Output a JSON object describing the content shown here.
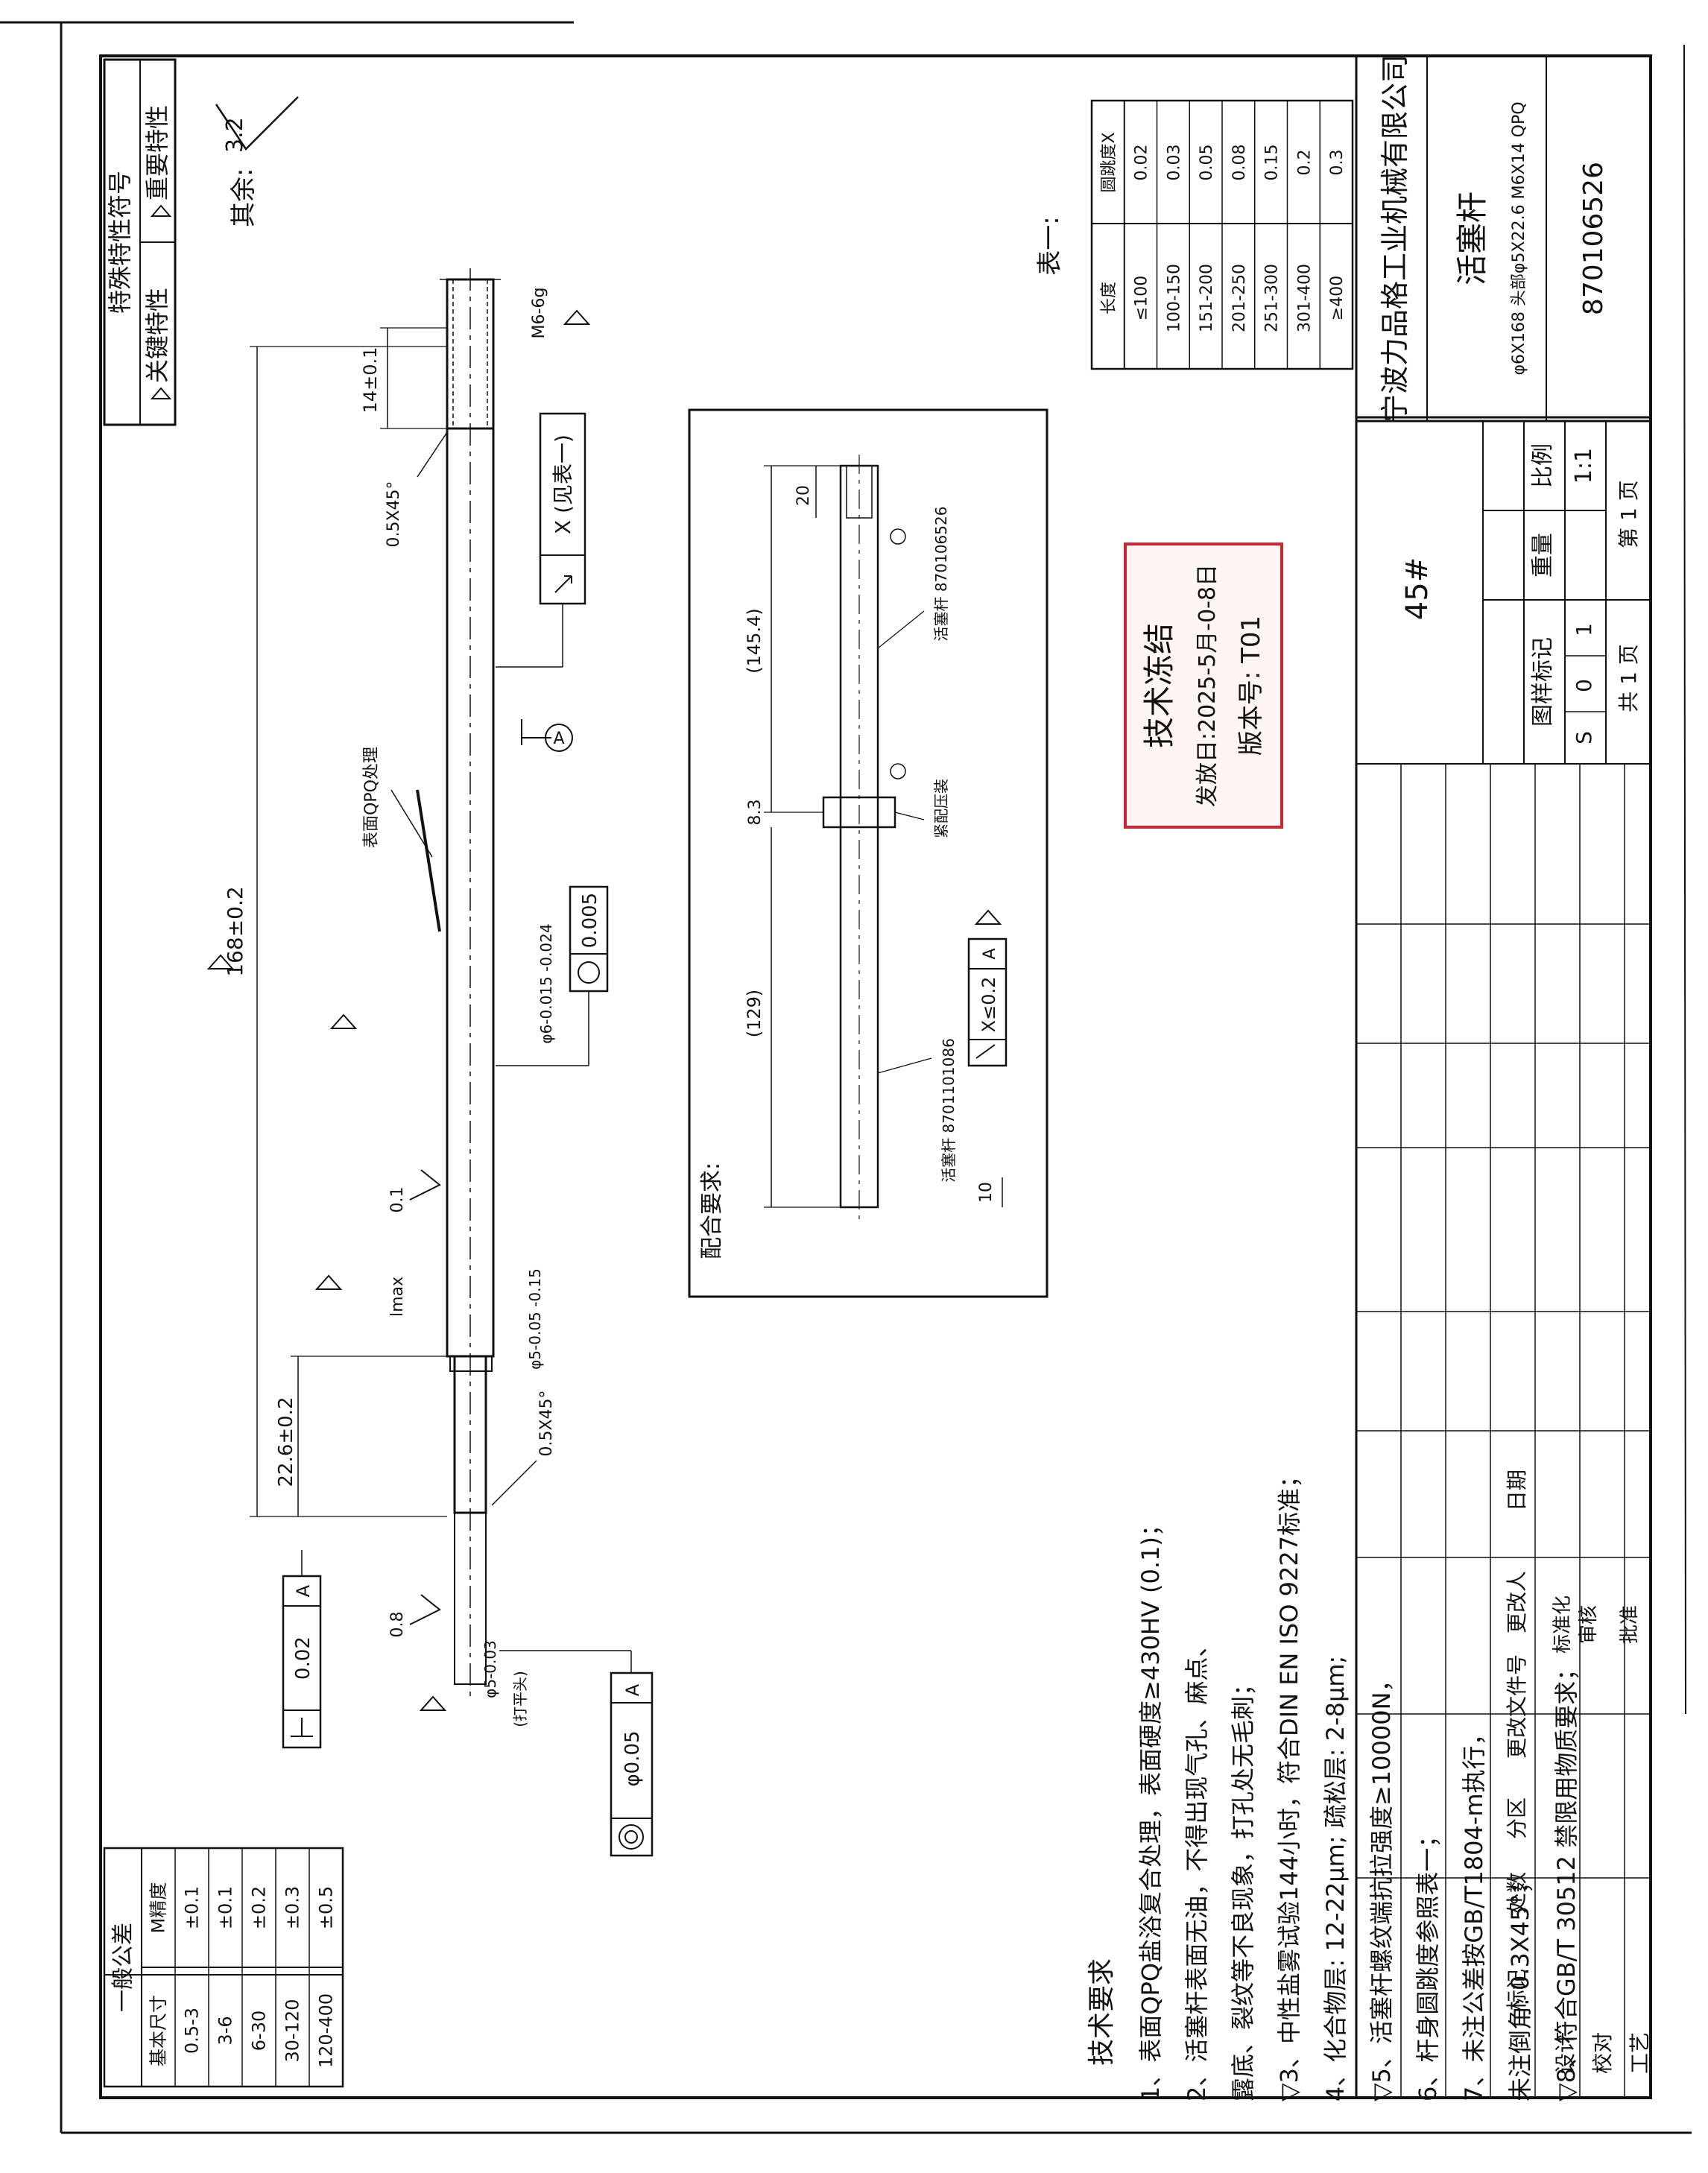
{
  "special_chars": {
    "title": "特殊特性符号",
    "critical": "关键特性",
    "important": "重要特性"
  },
  "roughness_rest": {
    "label": "其余:",
    "value": "3.2"
  },
  "dims": {
    "overall": "168±0.2",
    "thread_len": "14±0.1",
    "step": "22.6±0.2",
    "thread": "M6-6g",
    "chamfer1": "0.5X45°",
    "chamfer2": "0.5X45°",
    "dia_main": "φ6-0.015\n -0.024",
    "dia_step": "φ5-0.05\n -0.15",
    "dia_end": "φ5-0.03",
    "lmax": "lmax",
    "rough1": "0.1",
    "rough2": "0.8",
    "surface_note": "表面QPQ处理",
    "datum": "A",
    "flat_note": "(打平头)"
  },
  "gdt": {
    "runout": {
      "value": "X (见表一)"
    },
    "roundness": {
      "value": "0.005"
    },
    "perp": {
      "value": "0.02",
      "datum": "A"
    },
    "coax": {
      "value": "φ0.05",
      "datum": "A"
    }
  },
  "assembly": {
    "title": "配合要求:",
    "d145": "(145.4)",
    "d20": "20",
    "d83": "8.3",
    "d129": "(129)",
    "d10": "10",
    "label_top": "活塞杆 870106526",
    "label_bottom": "活塞杆 8701101086",
    "press": "紧配压装",
    "runout": "X≤0.2",
    "datum": "A"
  },
  "table1": {
    "title": "表一:",
    "headers": [
      "长度",
      "圆跳度X"
    ],
    "rows": [
      [
        "≤100",
        "0.02"
      ],
      [
        "100-150",
        "0.03"
      ],
      [
        "151-200",
        "0.05"
      ],
      [
        "201-250",
        "0.08"
      ],
      [
        "251-300",
        "0.15"
      ],
      [
        "301-400",
        "0.2"
      ],
      [
        "≥400",
        "0.3"
      ]
    ]
  },
  "stamp": {
    "line1": "技术冻结",
    "line2": "发放日:2025-5月-0-8日",
    "line3": "版本号: T01"
  },
  "tech_req": {
    "title": "技术要求",
    "items": [
      "1、表面QPQ盐浴复合处理，表面硬度≥430HV (0.1)；",
      "2、活塞杆表面无油，不得出现气孔、麻点、",
      "   露底、裂纹等不良现象，打孔处无毛刺；",
      "▽3、中性盐雾试验144小时，符合DIN EN ISO 9227标准；",
      "4、化合物层: 12-22μm; 疏松层: 2-8μm;",
      "▽5、活塞杆螺纹端抗拉强度≥10000N，",
      "6、杆身圆跳度参照表一；",
      "7、未注公差按GB/T1804-m执行，",
      "   未注倒角: 0.3X45°；",
      "▽8、符合GB/T 30512 禁限用物质要求；"
    ]
  },
  "gen_tol": {
    "title": "一般公差",
    "headers": [
      "基本尺寸",
      "M精度"
    ],
    "rows": [
      [
        "0.5-3",
        "±0.1"
      ],
      [
        "3-6",
        "±0.1"
      ],
      [
        "6-30",
        "±0.2"
      ],
      [
        "30-120",
        "±0.3"
      ],
      [
        "120-400",
        "±0.5"
      ]
    ]
  },
  "title_block": {
    "company": "宁波力品格工业机械有限公司",
    "part_name": "活塞杆",
    "spec": "φ6X168 头部φ5X22.6 M6X14 QPQ",
    "part_no": "870106526",
    "material": "45#",
    "headers": [
      "标记",
      "处数",
      "分区",
      "更改文件号",
      "更改人",
      "日期"
    ],
    "roles": [
      "设计",
      "校对",
      "工艺"
    ],
    "review": "审核",
    "standard": "标准化",
    "approve": "批准",
    "mark_hdr": "图样标记",
    "weight_hdr": "重量",
    "scale_hdr": "比例",
    "marks": [
      "S",
      "0",
      "1"
    ],
    "scale": "1:1",
    "total_pages": "共 1 页",
    "page": "第 1 页"
  }
}
